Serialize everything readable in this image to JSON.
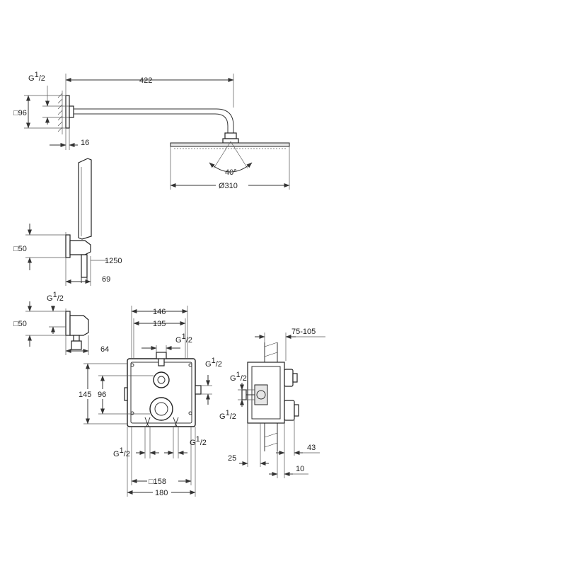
{
  "shower_arm": {
    "length": "422",
    "thread_main": "G",
    "thread_sup": "1",
    "thread_sub": "/2",
    "flange": "□96",
    "depth": "16"
  },
  "head_shower": {
    "angle": "40°",
    "diameter": "Ø310"
  },
  "hand_shower": {
    "bracket": "□50",
    "hose": "1250",
    "offset": "69"
  },
  "wall_outlet": {
    "thread_main": "G",
    "thread_sup": "1",
    "thread_sub": "/2",
    "flange": "□50",
    "depth": "64"
  },
  "box_front": {
    "width_outer": "146",
    "width_inner": "135",
    "height_outer": "145",
    "height_inner": "96",
    "thread_top": {
      "main": "G",
      "sup": "1",
      "sub": "/2"
    },
    "thread_right": {
      "main": "G",
      "sup": "1",
      "sub": "/2"
    },
    "thread_bottom_left": {
      "main": "G",
      "sup": "1",
      "sub": "/2"
    },
    "thread_bottom_right": {
      "main": "G",
      "sup": "1",
      "sub": "/2"
    },
    "plate": "□158",
    "overall": "180"
  },
  "box_side": {
    "range": "75-105",
    "thread_left": {
      "main": "G",
      "sup": "1",
      "sub": "/2"
    },
    "thread_lower": {
      "main": "G",
      "sup": "1",
      "sub": "/2"
    },
    "dim_25": "25",
    "dim_43": "43",
    "dim_10": "10"
  }
}
